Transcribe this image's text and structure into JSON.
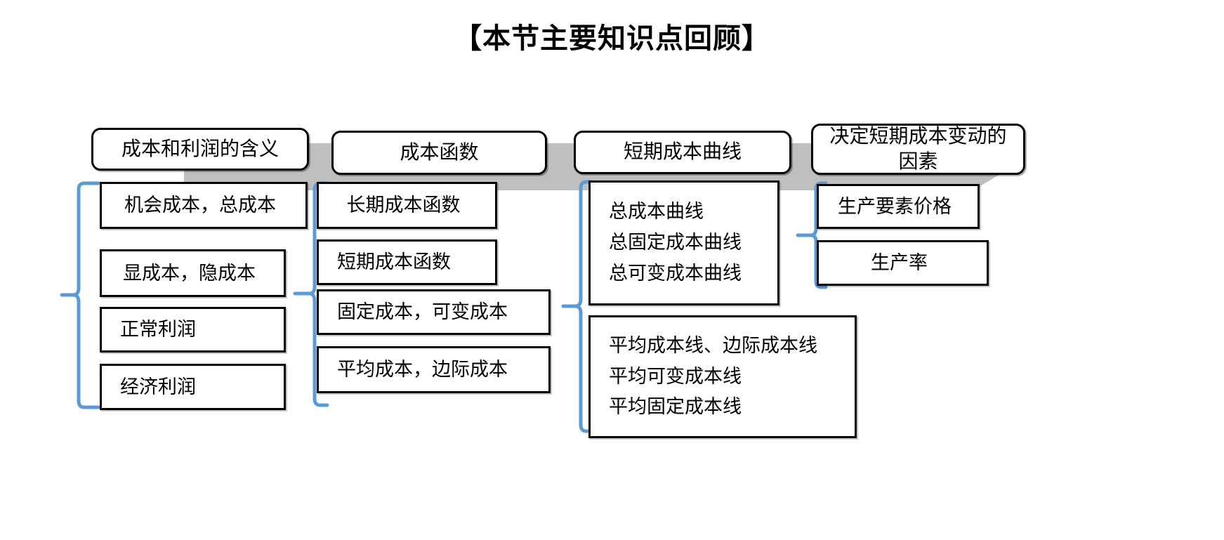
{
  "title": "【本节主要知识点回顾】",
  "colors": {
    "brace": "#5B9BD5",
    "band": "#BFBFBF",
    "box_border": "#000000",
    "text": "#000000",
    "background": "#FFFFFF"
  },
  "band": {
    "label": "gray-right-arrow-band"
  },
  "columns": [
    {
      "header": "成本和利润的含义",
      "items": [
        {
          "lines": [
            "机会成本，总成本"
          ]
        },
        {
          "lines": [
            "显成本，隐成本"
          ]
        },
        {
          "lines": [
            "正常利润"
          ]
        },
        {
          "lines": [
            "经济利润"
          ]
        }
      ]
    },
    {
      "header": "成本函数",
      "items": [
        {
          "lines": [
            "长期成本函数"
          ]
        },
        {
          "lines": [
            "短期成本函数"
          ]
        },
        {
          "lines": [
            "固定成本，可变成本"
          ]
        },
        {
          "lines": [
            "平均成本，边际成本"
          ]
        }
      ]
    },
    {
      "header": "短期成本曲线",
      "items": [
        {
          "lines": [
            "总成本曲线",
            "总固定成本曲线",
            "总可变成本曲线"
          ]
        },
        {
          "lines": [
            "平均成本线、边际成本线",
            "平均可变成本线",
            "平均固定成本线"
          ]
        }
      ]
    },
    {
      "header": "决定短期成本变动的因素",
      "header_lines": [
        "决定短期成本变动的",
        "因素"
      ],
      "items": [
        {
          "lines": [
            "生产要素价格"
          ]
        },
        {
          "lines": [
            "生产率"
          ]
        }
      ]
    }
  ]
}
